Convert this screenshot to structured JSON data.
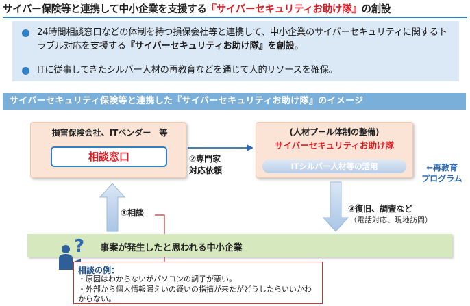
{
  "title": {
    "prefix": "サイバー保険等と連携して中小企業を支援する",
    "highlight": "『サイバーセキュリティお助け隊』",
    "suffix": "の創設"
  },
  "bullets": {
    "b1_pre": "24時間相談窓口などの体制を持つ損保会社等と連携して、中小企業のサイバーセキュリティに関するトラブル対応を支援する",
    "b1_bold": "『サイバーセキュリティお助け隊』",
    "b1_post": "を創設。",
    "b2": "ITに従事してきたシルバー人材の再教育などを通じて人的リソースを確保。"
  },
  "image_banner": "サイバーセキュリティ保険等と連携した『サイバーセキュリティお助け隊』のイメージ",
  "left_box": {
    "label": "損害保険会社、ITベンダー　等",
    "window": "相談窓口"
  },
  "right_box": {
    "line1": "(人材プール体制の整備)",
    "line2": "サイバーセキュリティお助け隊",
    "pill": "ITシルバー人材等の活用"
  },
  "arrows": {
    "a2_line1": "②専門家",
    "a2_line2": "対応依頼",
    "reeducation_arrow": "⇐",
    "reeducation_line1": "再教育",
    "reeducation_line2": "プログラム",
    "a3_label": "③復旧、調査など",
    "a3_sub": "（電話対応、現地訪問）",
    "a1_label": "①相談"
  },
  "bottom_bar": "事案が発生したと思われる中小企業",
  "callout": {
    "title": "相談の例：",
    "item1": "原因はわからないがパソコンの調子が悪い。",
    "item2": "外部から個人情報漏えいの疑いの指摘が来たがどうしたらいいかわからない。"
  },
  "colors": {
    "accent_red": "#d81f26",
    "accent_blue": "#2f7fc4",
    "box_peach": "#fbe4d6",
    "bar_green": "#d6e8be",
    "bullet_bg": "#dbe8f5"
  },
  "icons": {
    "person": "person-question-icon",
    "bullet": "bullet-dot-icon"
  }
}
